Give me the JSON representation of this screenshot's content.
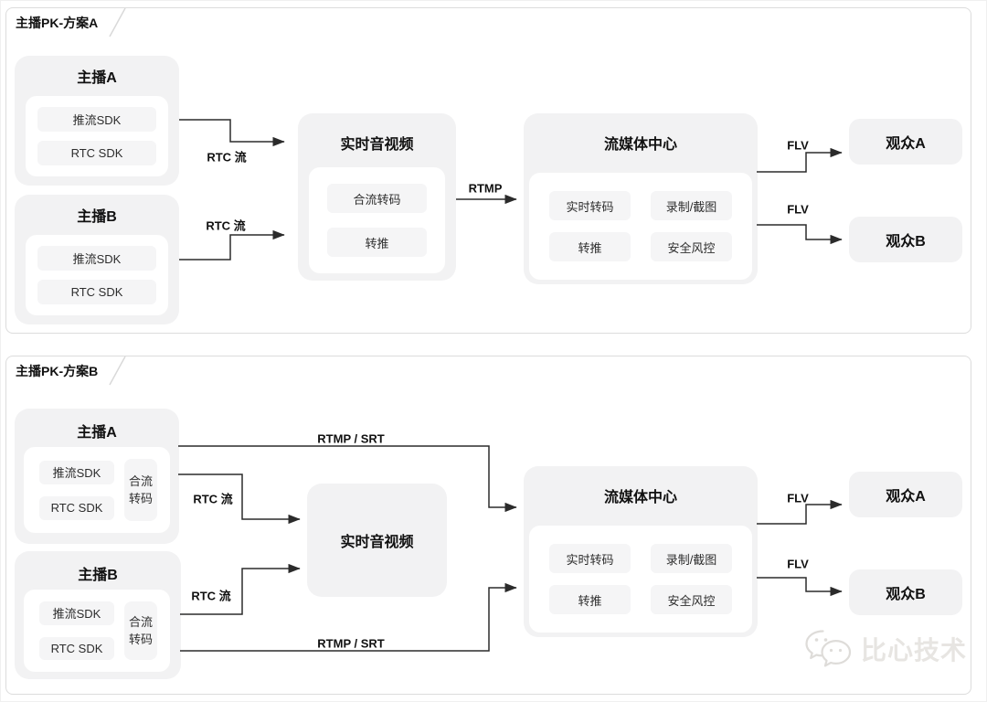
{
  "panel_a": {
    "tab_label": "主播PK-方案A",
    "anchor_a": {
      "title": "主播A",
      "sdk_items": [
        "推流SDK",
        "RTC SDK"
      ]
    },
    "anchor_b": {
      "title": "主播B",
      "sdk_items": [
        "推流SDK",
        "RTC SDK"
      ]
    },
    "rtc_center": {
      "title": "实时音视频",
      "items": [
        "合流转码",
        "转推"
      ]
    },
    "media_center": {
      "title": "流媒体中心",
      "items": [
        "实时转码",
        "录制/截图",
        "转推",
        "安全风控"
      ]
    },
    "viewer_a": "观众A",
    "viewer_b": "观众B",
    "edge_labels": {
      "rtc_a": "RTC 流",
      "rtc_b": "RTC 流",
      "rtmp": "RTMP",
      "flv_a": "FLV",
      "flv_b": "FLV"
    }
  },
  "panel_b": {
    "tab_label": "主播PK-方案B",
    "anchor_a": {
      "title": "主播A",
      "sdk_items": [
        "推流SDK",
        "RTC SDK"
      ],
      "side_item": "合流转码"
    },
    "anchor_b": {
      "title": "主播B",
      "sdk_items": [
        "推流SDK",
        "RTC SDK"
      ],
      "side_item": "合流转码"
    },
    "rtc_center": {
      "title": "实时音视频"
    },
    "media_center": {
      "title": "流媒体中心",
      "items": [
        "实时转码",
        "录制/截图",
        "转推",
        "安全风控"
      ]
    },
    "viewer_a": "观众A",
    "viewer_b": "观众B",
    "edge_labels": {
      "rtmp_srt_top": "RTMP / SRT",
      "rtc_a": "RTC 流",
      "rtc_b": "RTC 流",
      "rtmp_srt_bottom": "RTMP / SRT",
      "flv_a": "FLV",
      "flv_b": "FLV"
    }
  },
  "watermark": {
    "text": "比心技术"
  },
  "colors": {
    "box_bg": "#f2f2f3",
    "pill_bg": "#f5f5f6",
    "panel_border": "#dcdcdc",
    "arrow": "#2b2b2b"
  }
}
